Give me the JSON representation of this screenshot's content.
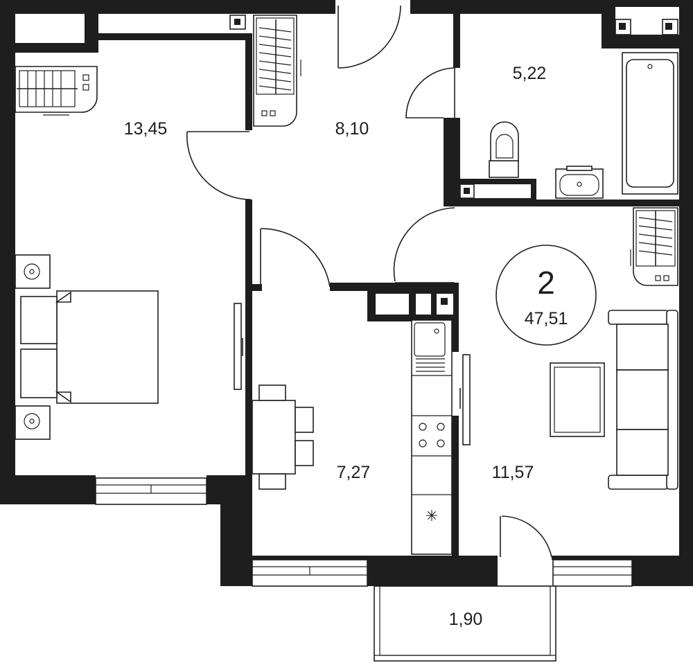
{
  "plan": {
    "rooms_count": "2",
    "total_area": "47,51",
    "rooms": [
      {
        "id": "bedroom",
        "area": "13,45"
      },
      {
        "id": "hallway",
        "area": "8,10"
      },
      {
        "id": "bathroom",
        "area": "5,22"
      },
      {
        "id": "kitchen",
        "area": "7,27"
      },
      {
        "id": "living-room",
        "area": "11,57"
      },
      {
        "id": "balcony",
        "area": "1,90"
      }
    ],
    "fridge_symbol": "✳"
  },
  "colors": {
    "wall": "#1e1e1e",
    "background": "#ffffff"
  }
}
